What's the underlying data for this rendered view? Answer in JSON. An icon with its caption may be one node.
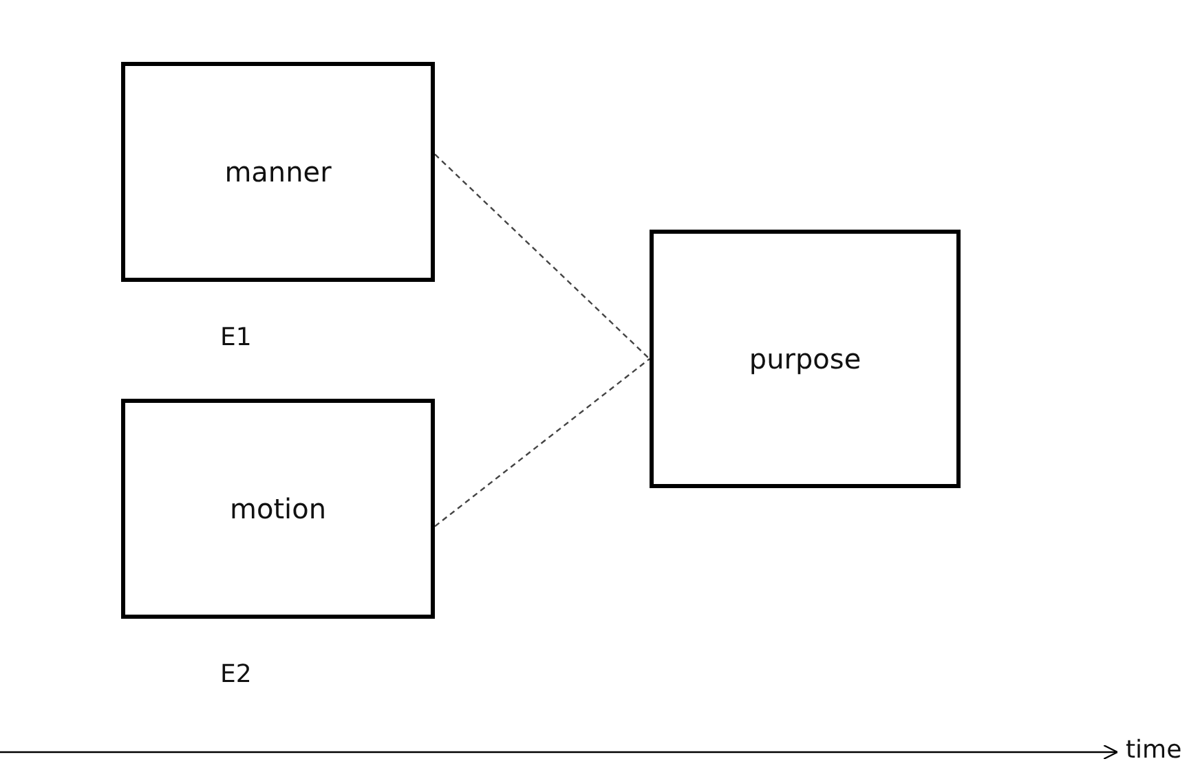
{
  "diagram": {
    "nodes": [
      {
        "text": [
          "manner"
        ],
        "beside": [
          "E1"
        ]
      },
      {
        "text": [
          "motion"
        ],
        "beside": [
          "E2"
        ]
      },
      {
        "text": [
          "purpose"
        ]
      }
    ],
    "edges": [
      {
        "from": 0,
        "to": 2,
        "arrow": "none",
        "style": "dashed"
      },
      {
        "from": 1,
        "to": 2,
        "arrow": "none",
        "style": "dashed"
      }
    ],
    "labels": [
      "time"
    ]
  }
}
